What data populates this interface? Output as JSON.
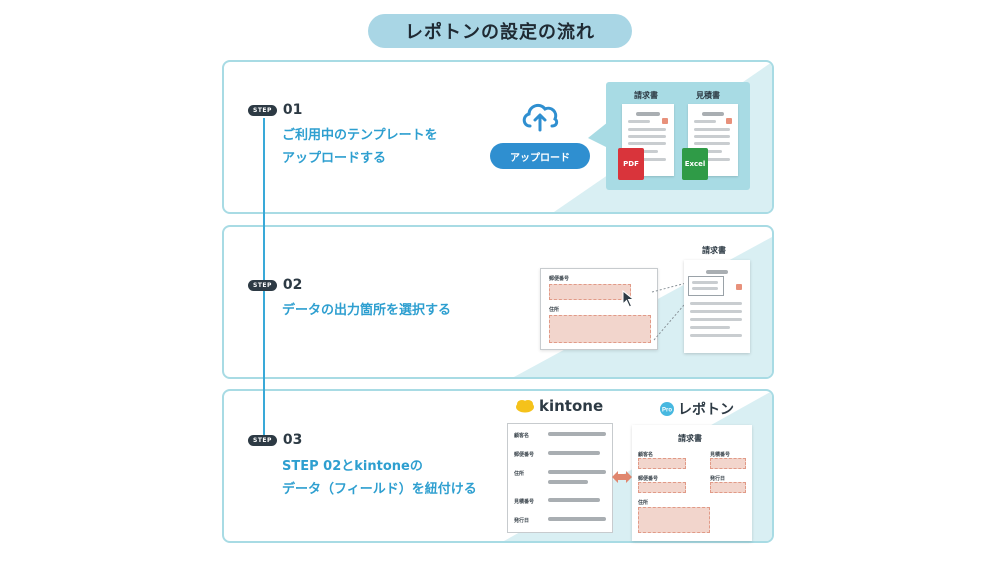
{
  "title": "レポトンの設定の流れ",
  "steps": [
    {
      "tag": "STEP",
      "number": "01",
      "desc_line1": "ご利用中のテンプレートを",
      "desc_line2": "アップロードする",
      "upload_button": "アップロード",
      "doc_invoice": "請求書",
      "doc_estimate": "見積書",
      "badge_pdf": "PDF",
      "badge_excel": "Excel"
    },
    {
      "tag": "STEP",
      "number": "02",
      "desc_line1": "データの出力箇所を選択する",
      "form_label_zip": "郵便番号",
      "form_label_address": "住所",
      "doc_title": "請求書"
    },
    {
      "tag": "STEP",
      "number": "03",
      "desc_line1": "STEP 02とkintoneの",
      "desc_line2": "データ（フィールド）を紐付ける",
      "kintone_logo": "kintone",
      "repton_logo": "レポトン",
      "repton_pro": "Pro",
      "kintone_fields": [
        "顧客名",
        "郵便番号",
        "住所",
        "見積番号",
        "発行日"
      ],
      "repton_doc_title": "請求書",
      "repton_fields_left": [
        "顧客名",
        "郵便番号",
        "住所"
      ],
      "repton_fields_right": [
        "見積番号",
        "発行日"
      ]
    }
  ],
  "colors": {
    "accent_blue": "#2e9fd0",
    "panel_teal": "#a8dbe4",
    "field_pink": "#f2d5cc",
    "pdf_red": "#d9343b",
    "excel_green": "#2f9b47",
    "arrow_coral": "#e0876f"
  }
}
